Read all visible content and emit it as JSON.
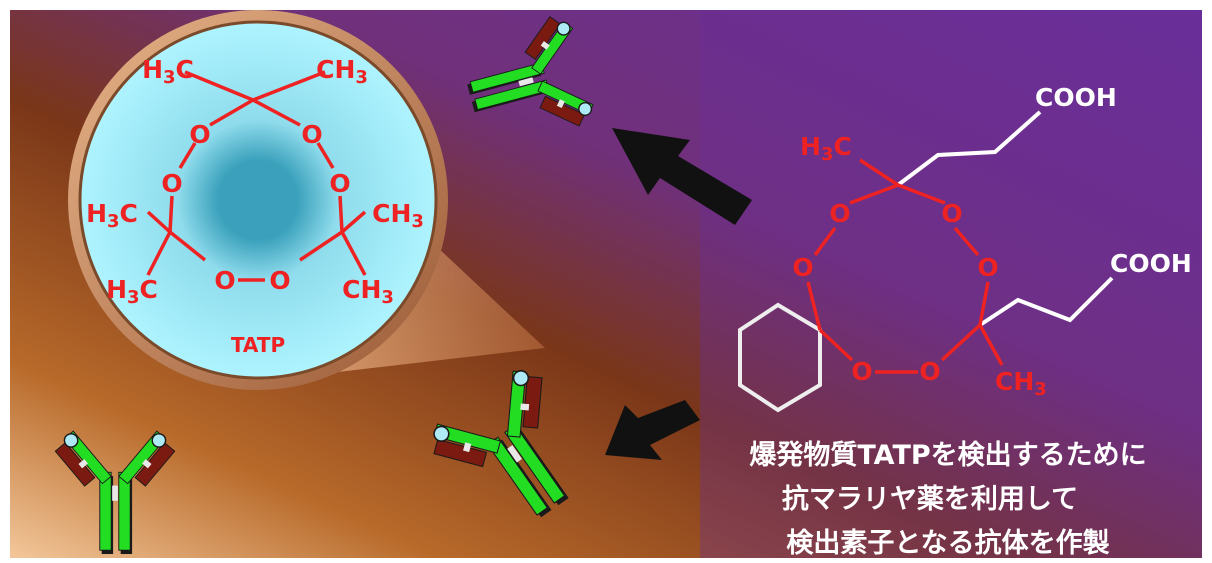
{
  "diagram": {
    "zoom_molecule": {
      "name": "TATP",
      "groups": {
        "top_left": {
          "pre": "H",
          "sub": "3",
          "post": "C"
        },
        "top_right": {
          "pre": "CH",
          "sub": "3",
          "post": ""
        },
        "mid_left": {
          "pre": "H",
          "sub": "3",
          "post": "C"
        },
        "mid_right": {
          "pre": "CH",
          "sub": "3",
          "post": ""
        },
        "bot_left": {
          "pre": "H",
          "sub": "3",
          "post": "C"
        },
        "bot_right": {
          "pre": "CH",
          "sub": "3",
          "post": ""
        }
      },
      "oxygen": "O"
    },
    "hapten_molecule": {
      "acid_top": "COOH",
      "acid_bottom": "COOH",
      "methyl_top": {
        "pre": "H",
        "sub": "3",
        "post": "C"
      },
      "methyl_bottom": {
        "pre": "CH",
        "sub": "3",
        "post": ""
      },
      "oxygen": "O"
    },
    "caption": [
      "爆発物質TATPを検出するために",
      "抗マラリヤ薬を利用して",
      "検出素子となる抗体を作製"
    ],
    "colors": {
      "purple": "#6a2f9a",
      "brown": "#8a3a12",
      "light_blue": "#aef1ff",
      "chem_red": "#ee2222",
      "antibody_green": "#22dd22",
      "antibody_dark_red": "#7a1a10",
      "antigen_cyan": "#aeeaf5"
    },
    "icons": [
      "antibody-icon",
      "arrow-icon",
      "magnifier-lens-icon"
    ]
  }
}
